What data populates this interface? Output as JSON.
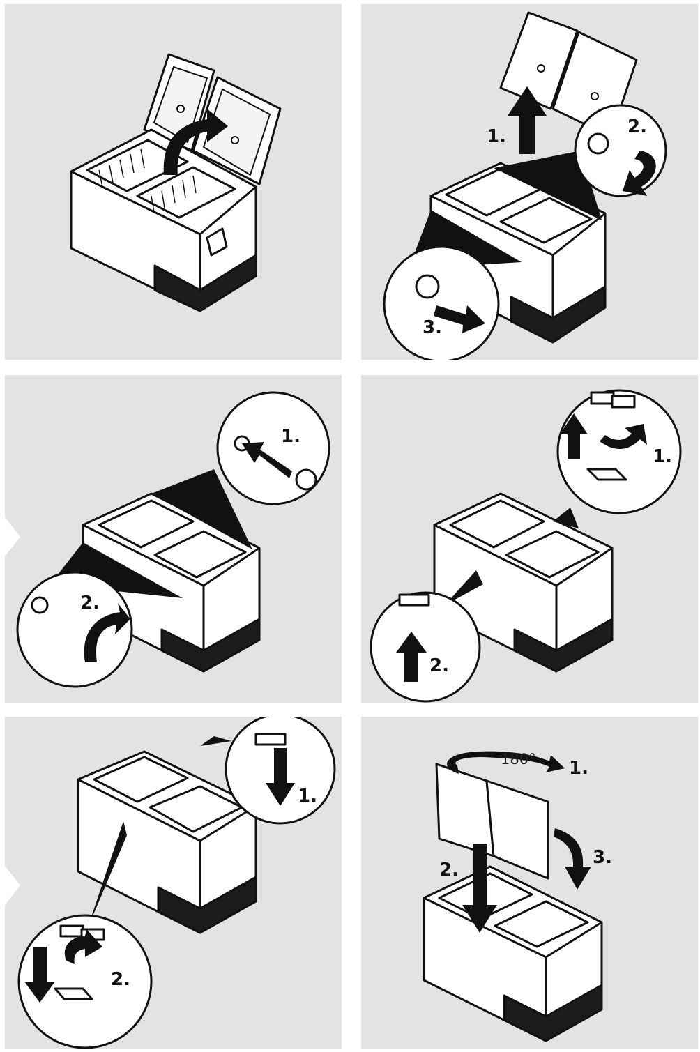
{
  "panels": [
    {
      "id": 1,
      "labels": []
    },
    {
      "id": 2,
      "labels": [
        "1.",
        "2.",
        "3."
      ]
    },
    {
      "id": 3,
      "labels": [
        "1.",
        "2."
      ]
    },
    {
      "id": 4,
      "labels": [
        "1.",
        "2."
      ]
    },
    {
      "id": 5,
      "labels": [
        "1.",
        "2."
      ]
    },
    {
      "id": 6,
      "labels": [
        "1.",
        "2.",
        "3."
      ],
      "rotation_text": "180°"
    }
  ],
  "colors": {
    "panel_bg": "#e3e3e3",
    "line": "#111111",
    "dark_base": "#1c1c1c",
    "separator": "#ffffff"
  }
}
